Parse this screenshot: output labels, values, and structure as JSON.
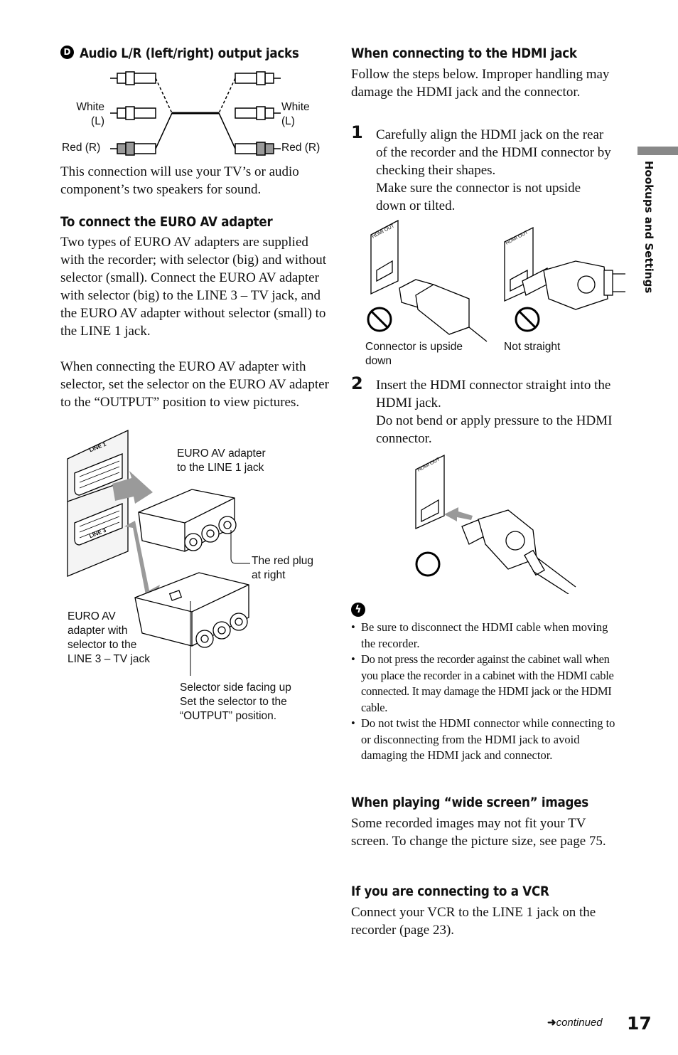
{
  "left": {
    "audio": {
      "marker": "D",
      "heading": "Audio L/R (left/right) output jacks",
      "labels": {
        "white_left": "White\n(L)",
        "red_left": "Red (R)",
        "white_right": "White\n(L)",
        "red_right": "Red (R)"
      },
      "body": "This connection will use your TV’s or audio component’s two speakers for sound."
    },
    "euro": {
      "heading": "To connect the EURO AV adapter",
      "para1": "Two types of EURO AV adapters are supplied with the recorder; with selector (big) and without selector (small). Connect the EURO AV adapter with selector (big) to the LINE 3 – TV jack, and the EURO AV adapter without selector (small) to the LINE 1 jack.",
      "para2": "When connecting the EURO AV adapter with selector, set the selector on the EURO AV adapter to the “OUTPUT” position to view pictures.",
      "fig": {
        "line1": "LINE 1",
        "line3": "LINE 3",
        "adapter_line1": "EURO AV adapter\nto the LINE 1 jack",
        "red_plug": "The red plug\nat right",
        "adapter_selector": "EURO AV\nadapter with\nselector to the\nLINE 3 – TV jack",
        "selector_note": "Selector side facing up\nSet the selector to the\n“OUTPUT” position."
      }
    }
  },
  "right": {
    "hdmi": {
      "heading": "When connecting to the HDMI jack",
      "intro": "Follow the steps below. Improper handling may damage the HDMI jack and the connector.",
      "step1_num": "1",
      "step1_a": "Carefully align the HDMI jack on the rear of the recorder and the HDMI connector by checking their shapes.",
      "step1_b": "Make sure the connector is not upside down or tilted.",
      "fig1": {
        "jack": "HDMI OUT",
        "cap_left": "Connector is upside\ndown",
        "cap_right": "Not straight"
      },
      "step2_num": "2",
      "step2_a": "Insert the HDMI connector straight into the HDMI jack.",
      "step2_b": "Do not bend or apply pressure to the HDMI connector.",
      "notes": [
        "Be sure to disconnect the HDMI cable when moving the recorder.",
        "Do not press the recorder against the cabinet wall when you place the recorder in a cabinet with the HDMI cable connected. It may damage the HDMI jack or the HDMI cable.",
        "Do not twist the HDMI connector while connecting to or disconnecting from the HDMI jack to avoid damaging the HDMI jack and connector."
      ]
    },
    "wide": {
      "heading": "When playing “wide screen” images",
      "body": "Some recorded images may not fit your TV screen. To change the picture size, see page 75."
    },
    "vcr": {
      "heading": "If you are connecting to a VCR",
      "body": "Connect your VCR to the LINE 1 jack on the recorder (page 23)."
    }
  },
  "sidebar": {
    "label": "Hookups and Settings"
  },
  "footer": {
    "continued": "continued",
    "page": "17"
  }
}
